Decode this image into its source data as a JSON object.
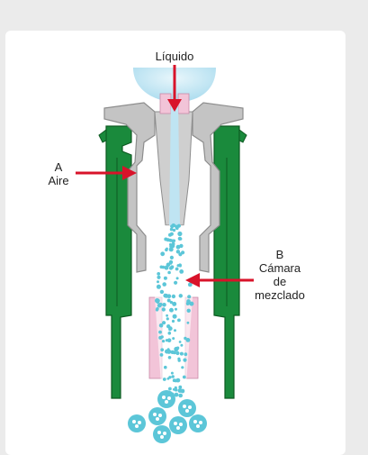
{
  "labels": {
    "liquid": "Líquido",
    "a_letter": "A",
    "a_text": "Aire",
    "b_letter": "B",
    "b_line1": "Cámara",
    "b_line2": "de",
    "b_line3": "mezclado"
  },
  "colors": {
    "green": "#1a8a3c",
    "green_dark": "#0e5a22",
    "gray": "#c4c4c4",
    "gray_dark": "#8d8d8d",
    "pink": "#f2c4d8",
    "liquid": "#bfe4f2",
    "droplet": "#5cc6d8",
    "arrow": "#d8132a"
  }
}
